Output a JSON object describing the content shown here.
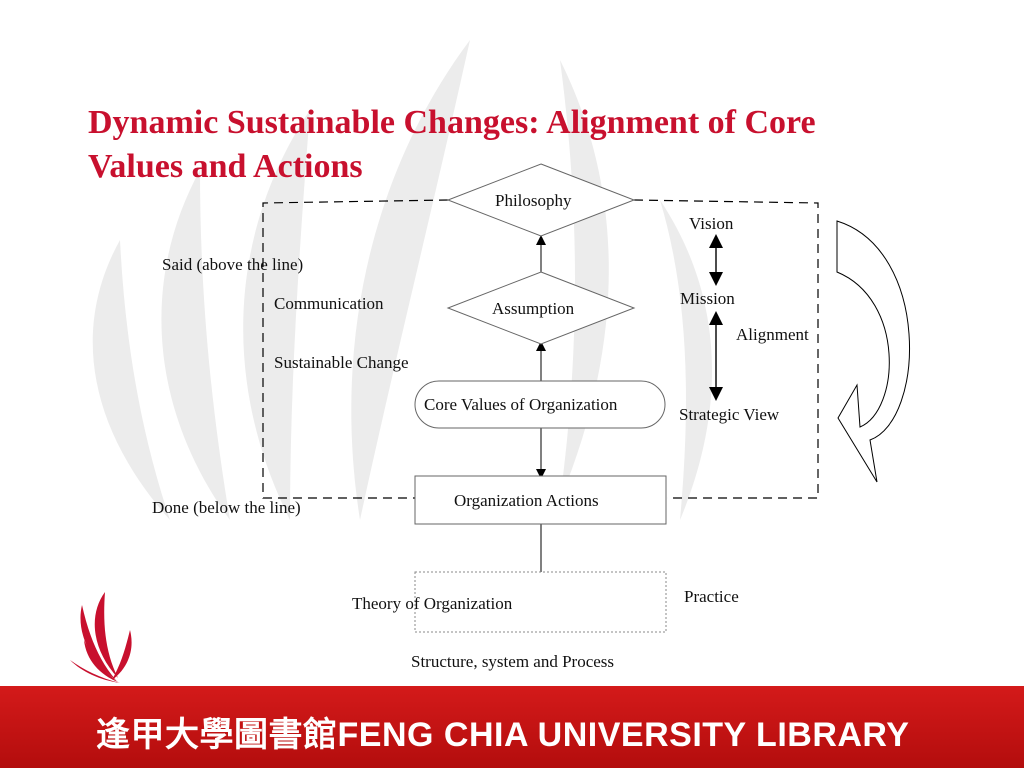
{
  "title": "Dynamic Sustainable Changes: Alignment of Core Values and Actions",
  "diagram": {
    "philosophy": "Philosophy",
    "assumption": "Assumption",
    "core_values": "Core Values of Organization",
    "org_actions": "Organization Actions",
    "vision": "Vision",
    "mission": "Mission",
    "alignment": "Alignment",
    "strategic_view": "Strategic View",
    "said": "Said (above the line)",
    "done": "Done (below the line)",
    "communication": "Communication",
    "sustainable_change": "Sustainable Change",
    "theory": "Theory of Organization",
    "practice": "Practice",
    "structure": "Structure, system and Process"
  },
  "footer": {
    "library_name": "逢甲大學圖書館FENG CHIA UNIVERSITY LIBRARY"
  },
  "colors": {
    "title": "#c8102e",
    "footer_bg": "#c41414",
    "footer_text": "#ffffff",
    "logo": "#c8102e"
  }
}
